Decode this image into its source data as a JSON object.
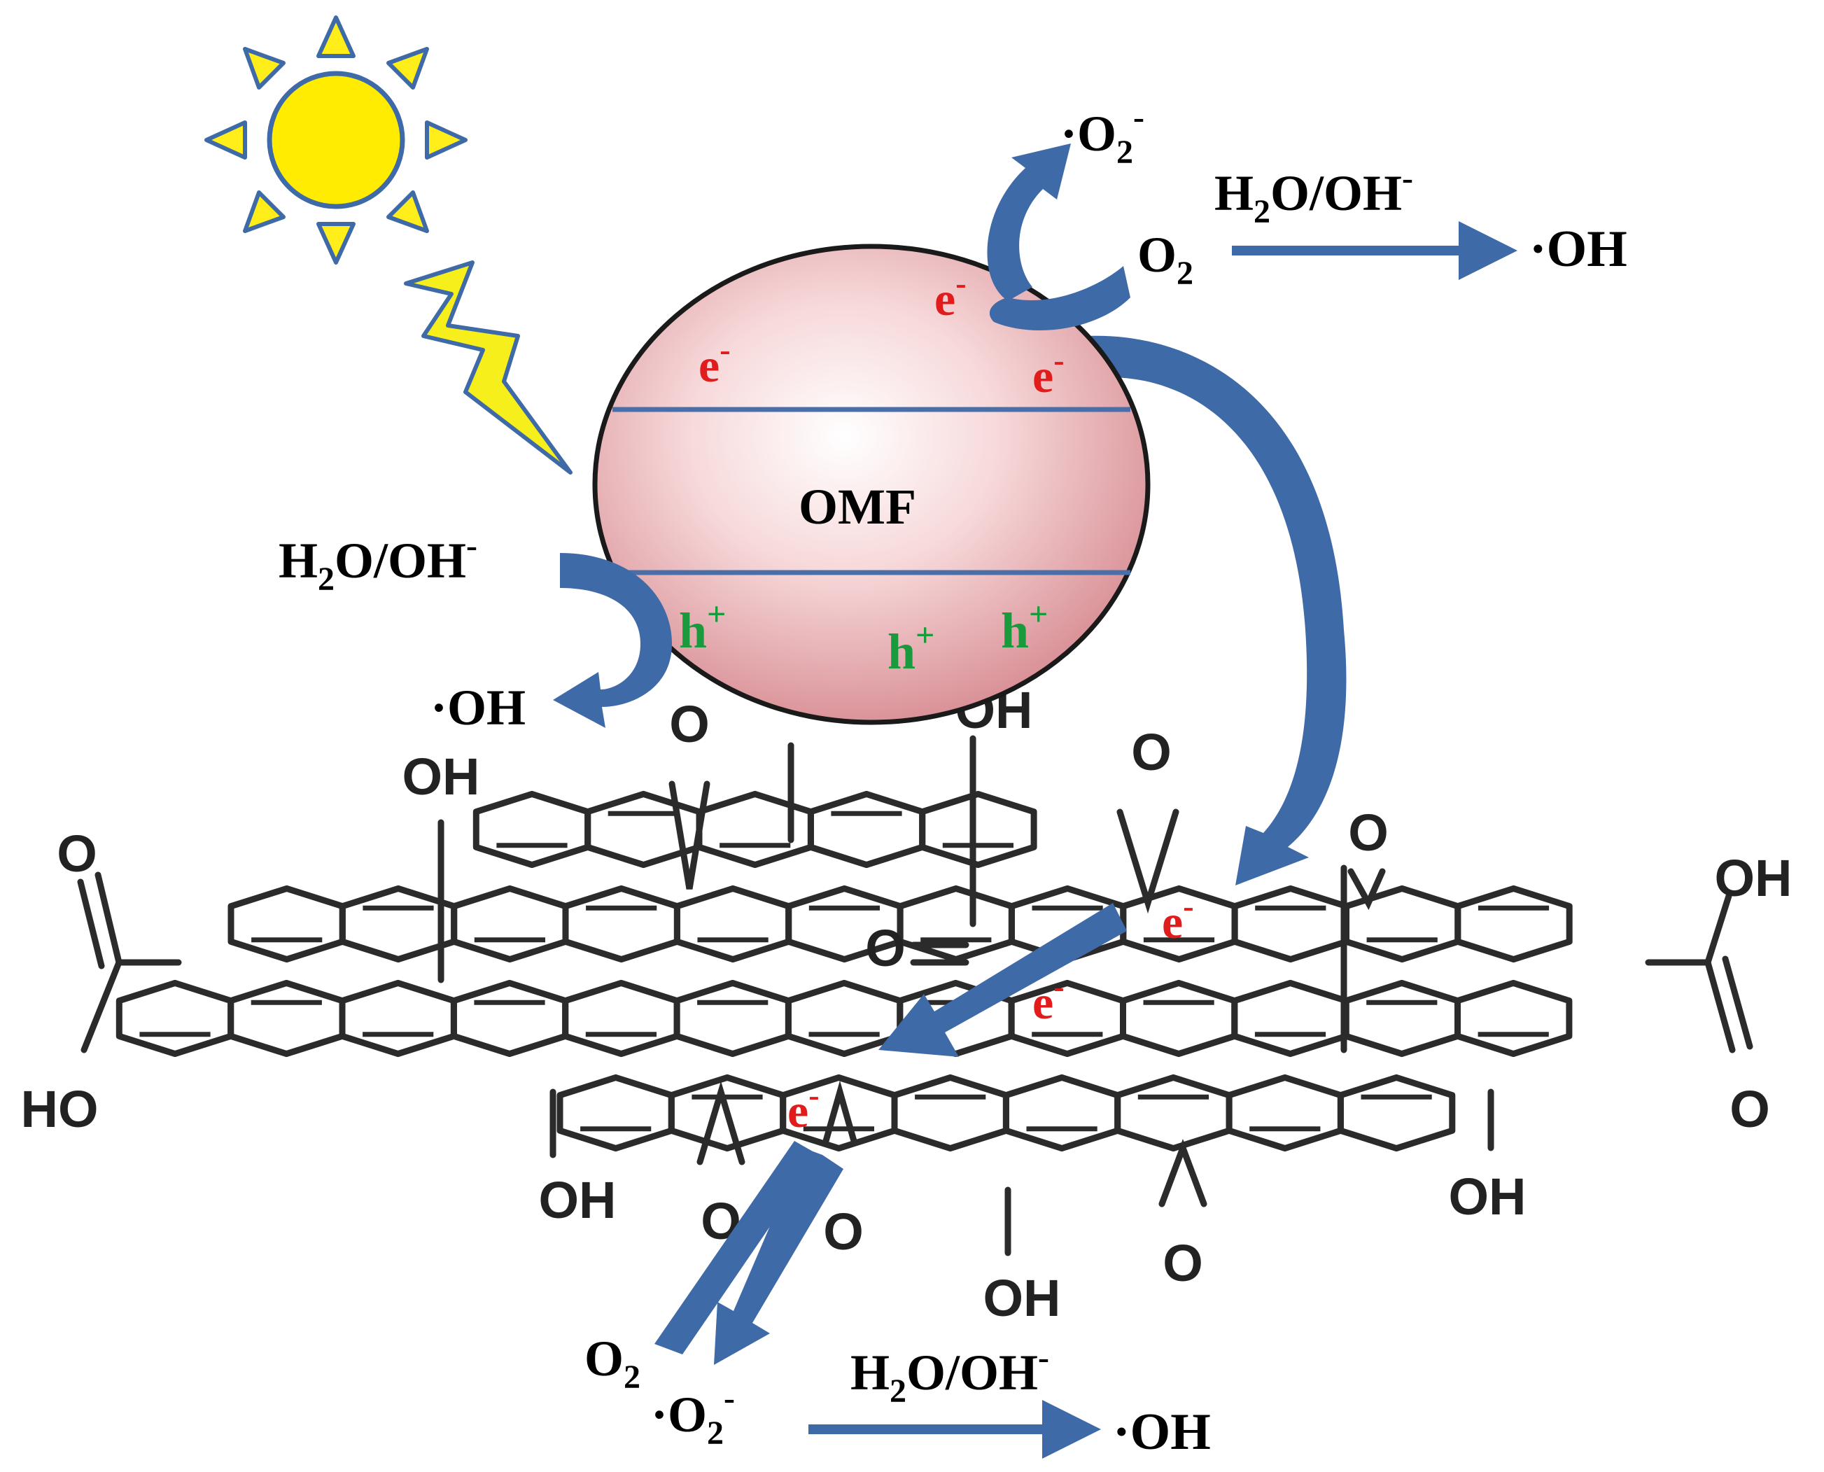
{
  "colors": {
    "arrow": "#3f6aa8",
    "sun": "#ffec00",
    "ray": "#ffee1a",
    "ray_outline": "#3f6aa8",
    "lightning": "#f6ef1c",
    "sphere": "#f3c2c5",
    "electron": "#e11c1c",
    "hole": "#1a9a3c",
    "lattice": "#2b2b2b"
  },
  "icons": {
    "sun": "sun-icon",
    "lightning": "lightning-bolt-icon"
  },
  "particle": {
    "label": "OMF"
  },
  "electron": {
    "base": "e",
    "sup": "-"
  },
  "hole": {
    "base": "h",
    "sup": "+"
  },
  "species": {
    "superoxide_base": "·O",
    "superoxide_sub": "2",
    "superoxide_sup": "-",
    "oxygen_base": "O",
    "oxygen_sub": "2",
    "water_a": "H",
    "water_sub": "2",
    "water_b": "O/OH",
    "water_sup": "-",
    "hydroxyl": "·OH"
  },
  "graphene_oxide": {
    "groups": {
      "oh": "OH",
      "ho": "HO",
      "o": "O"
    }
  }
}
